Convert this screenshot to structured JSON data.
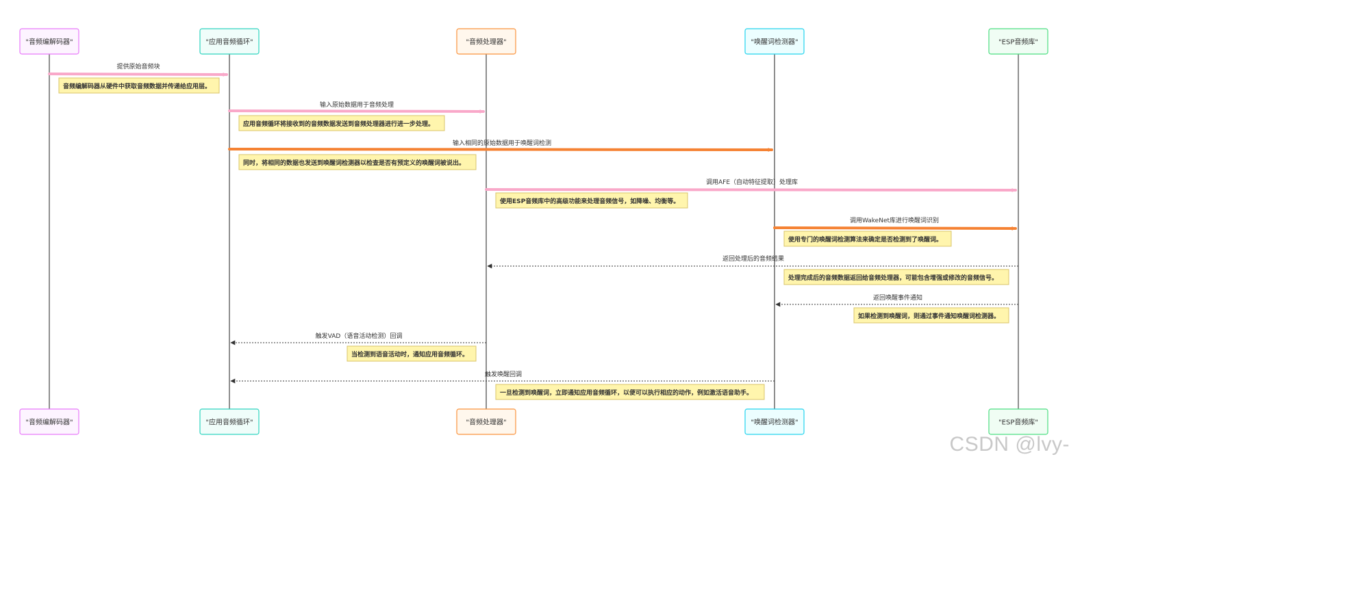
{
  "participants": [
    {
      "id": "codec",
      "label": "\"音频编解码器\"",
      "stroke": "#e879f9",
      "fill": "#fdf4ff"
    },
    {
      "id": "loop",
      "label": "\"应用音频循环\"",
      "stroke": "#2dd4bf",
      "fill": "#f0fdfa"
    },
    {
      "id": "proc",
      "label": "\"音频处理器\"",
      "stroke": "#fb923c",
      "fill": "#fff7ed"
    },
    {
      "id": "wake",
      "label": "\"唤醒词检测器\"",
      "stroke": "#22d3ee",
      "fill": "#ecfeff"
    },
    {
      "id": "esp",
      "label": "\"ESP音频库\"",
      "stroke": "#4ade80",
      "fill": "#f0fdf4"
    }
  ],
  "messages": [
    {
      "from": "codec",
      "to": "loop",
      "label": "提供原始音频块",
      "style": "thick",
      "color": "#f9a8c9"
    },
    {
      "from": "loop",
      "to": "proc",
      "label": "输入原始数据用于音频处理",
      "style": "thick",
      "color": "#f9a8c9"
    },
    {
      "from": "loop",
      "to": "wake",
      "label": "输入相同的原始数据用于唤醒词检测",
      "style": "thick",
      "color": "#f58233"
    },
    {
      "from": "proc",
      "to": "esp",
      "label": "调用AFE（自动特征提取）处理库",
      "style": "thick",
      "color": "#f9a8c9"
    },
    {
      "from": "wake",
      "to": "esp",
      "label": "调用WakeNet库进行唤醒词识别",
      "style": "thick",
      "color": "#f58233"
    },
    {
      "from": "esp",
      "to": "proc",
      "label": "返回处理后的音频结果",
      "style": "dashed",
      "color": "#333333"
    },
    {
      "from": "esp",
      "to": "wake",
      "label": "返回唤醒事件通知",
      "style": "dashed",
      "color": "#333333"
    },
    {
      "from": "proc",
      "to": "loop",
      "label": "触发VAD（语音活动检测）回调",
      "style": "dashed",
      "color": "#333333"
    },
    {
      "from": "wake",
      "to": "loop",
      "label": "触发唤醒回调",
      "style": "dashed",
      "color": "#333333"
    }
  ],
  "notes": [
    {
      "text": "音频编解码器从硬件中获取音频数据并传递给应用层。"
    },
    {
      "text": "应用音频循环将接收到的音频数据发送到音频处理器进行进一步处理。"
    },
    {
      "text": "同时，将相同的数据也发送到唤醒词检测器以检查是否有预定义的唤醒词被说出。"
    },
    {
      "text": "使用ESP音频库中的高级功能来处理音频信号，如降噪、均衡等。"
    },
    {
      "text": "使用专门的唤醒词检测算法来确定是否检测到了唤醒词。"
    },
    {
      "text": "处理完成后的音频数据返回给音频处理器，可能包含增强或修改的音频信号。"
    },
    {
      "text": "如果检测到唤醒词，则通过事件通知唤醒词检测器。"
    },
    {
      "text": "当检测到语音活动时，通知应用音频循环。"
    },
    {
      "text": "一旦检测到唤醒词，立即通知应用音频循环，以便可以执行相应的动作，例如激活语音助手。"
    }
  ],
  "watermark": "CSDN @lvy-"
}
